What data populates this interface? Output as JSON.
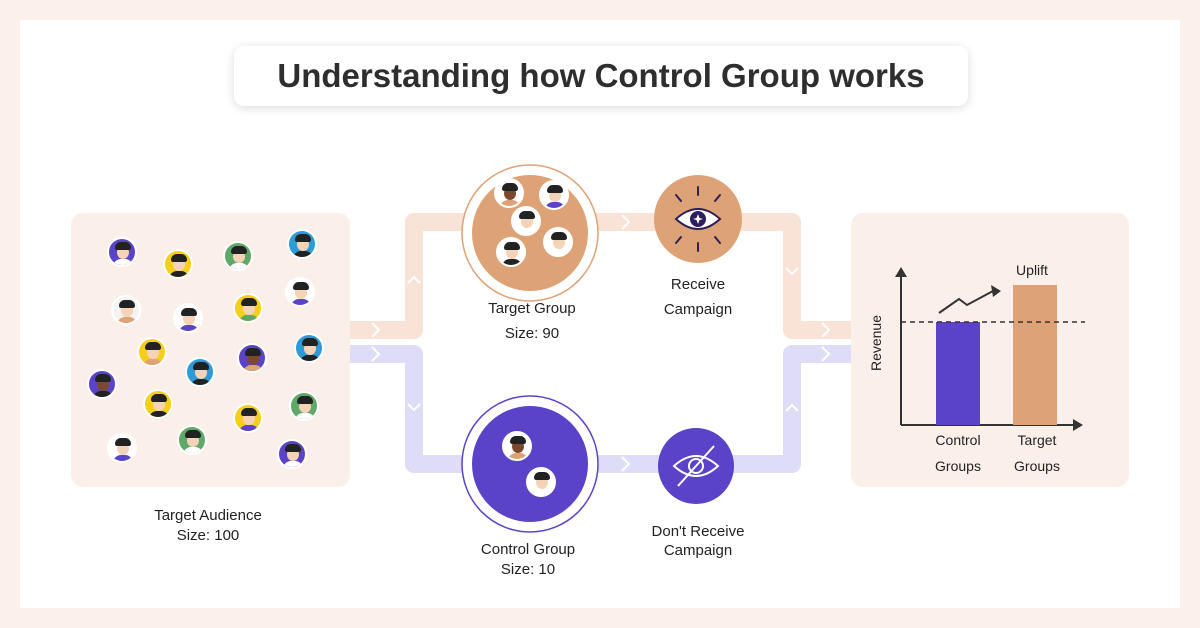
{
  "title": "Understanding how Control Group works",
  "target_audience": {
    "label": "Target Audience",
    "size": "Size: 100"
  },
  "target_group": {
    "label": "Target Group",
    "size": "Size: 90"
  },
  "control_group": {
    "label": "Control Group",
    "size": "Size: 10"
  },
  "receive": {
    "line1": "Receive",
    "line2": "Campaign"
  },
  "dont_receive": {
    "line1": "Don't Receive",
    "line2": "Campaign"
  },
  "chart": {
    "ylabel": "Revenue",
    "uplift": "Uplift",
    "bar1": {
      "line1": "Control",
      "line2": "Groups"
    },
    "bar2": {
      "line1": "Target",
      "line2": "Groups"
    }
  },
  "colors": {
    "page_bg": "#fbf0eb",
    "panel": "#fbefea",
    "orange": "#dda275",
    "purple": "#5a43c8",
    "orange_path": "#f9e3d6",
    "purple_path": "#dedcf6"
  }
}
